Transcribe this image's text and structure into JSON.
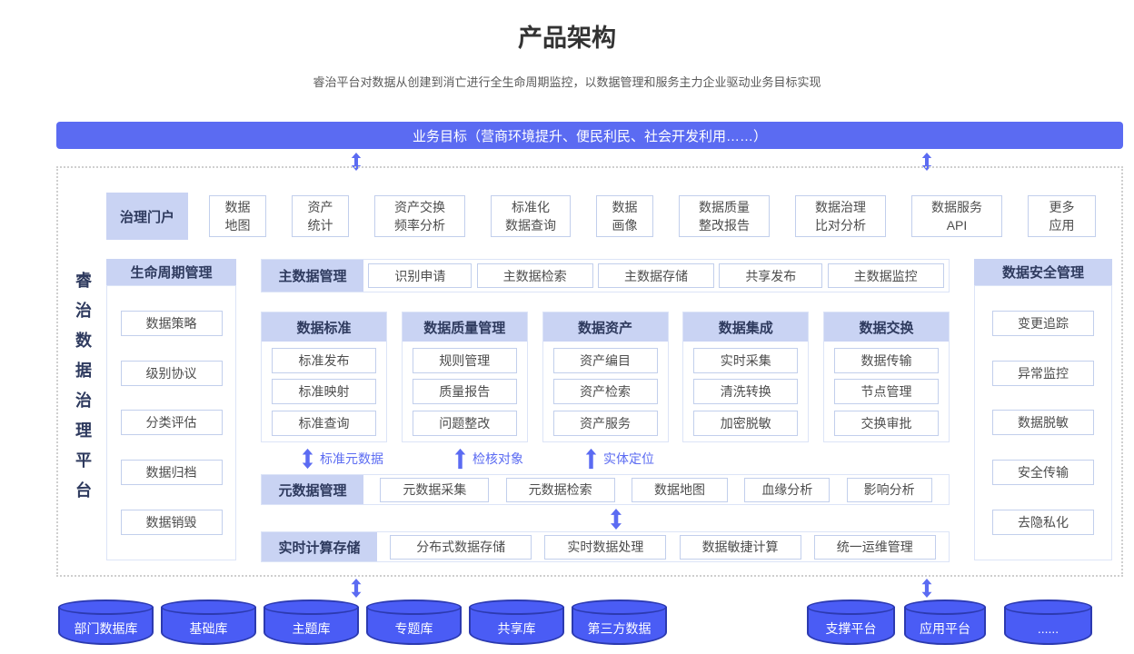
{
  "page": {
    "title": "产品架构",
    "subtitle": "睿治平台对数据从创建到消亡进行全生命周期监控，以数据管理和服务主力企业驱动业务目标实现"
  },
  "banner": {
    "label": "业务目标（营商环境提升、便民利民、社会开发利用……）"
  },
  "platform": {
    "vertical_label": "睿治数据治理平台"
  },
  "portal": {
    "header": "治理门户",
    "items": [
      "数据\n地图",
      "资产\n统计",
      "资产交换\n频率分析",
      "标准化\n数据查询",
      "数据\n画像",
      "数据质量\n整改报告",
      "数据治理\n比对分析",
      "数据服务\nAPI",
      "更多\n应用"
    ]
  },
  "lifecycle": {
    "header": "生命周期管理",
    "items": [
      "数据策略",
      "级别协议",
      "分类评估",
      "数据归档",
      "数据销毁"
    ]
  },
  "master": {
    "header": "主数据管理",
    "items": [
      "识别申请",
      "主数据检索",
      "主数据存储",
      "共享发布",
      "主数据监控"
    ]
  },
  "middle_columns": [
    {
      "header": "数据标准",
      "items": [
        "标准发布",
        "标准映射",
        "标准查询"
      ]
    },
    {
      "header": "数据质量管理",
      "items": [
        "规则管理",
        "质量报告",
        "问题整改"
      ]
    },
    {
      "header": "数据资产",
      "items": [
        "资产编目",
        "资产检索",
        "资产服务"
      ]
    },
    {
      "header": "数据集成",
      "items": [
        "实时采集",
        "清洗转换",
        "加密脱敏"
      ]
    },
    {
      "header": "数据交换",
      "items": [
        "数据传输",
        "节点管理",
        "交换审批"
      ]
    }
  ],
  "flows": [
    {
      "label": "标准元数据",
      "arrow": "up-down"
    },
    {
      "label": "检核对象",
      "arrow": "up"
    },
    {
      "label": "实体定位",
      "arrow": "up"
    }
  ],
  "metadata_row": {
    "header": "元数据管理",
    "items": [
      "元数据采集",
      "元数据检索",
      "数据地图",
      "血缘分析",
      "影响分析"
    ]
  },
  "realtime_row": {
    "header": "实时计算存储",
    "items": [
      "分布式数据存储",
      "实时数据处理",
      "数据敏捷计算",
      "统一运维管理"
    ]
  },
  "security": {
    "header": "数据安全管理",
    "items": [
      "变更追踪",
      "异常监控",
      "数据脱敏",
      "安全传输",
      "去隐私化"
    ]
  },
  "databases": [
    "部门数据库",
    "基础库",
    "主题库",
    "专题库",
    "共享库",
    "第三方数据"
  ],
  "platforms": [
    "支撑平台",
    "应用平台",
    "......"
  ],
  "colors": {
    "accent": "#5b6bf2",
    "header_bg": "#c9d3f3",
    "cylinder_fill": "#4a5cf5",
    "cylinder_border": "#2c3ab0",
    "panel_border": "#dce4f7",
    "item_border": "#c2cfec"
  }
}
